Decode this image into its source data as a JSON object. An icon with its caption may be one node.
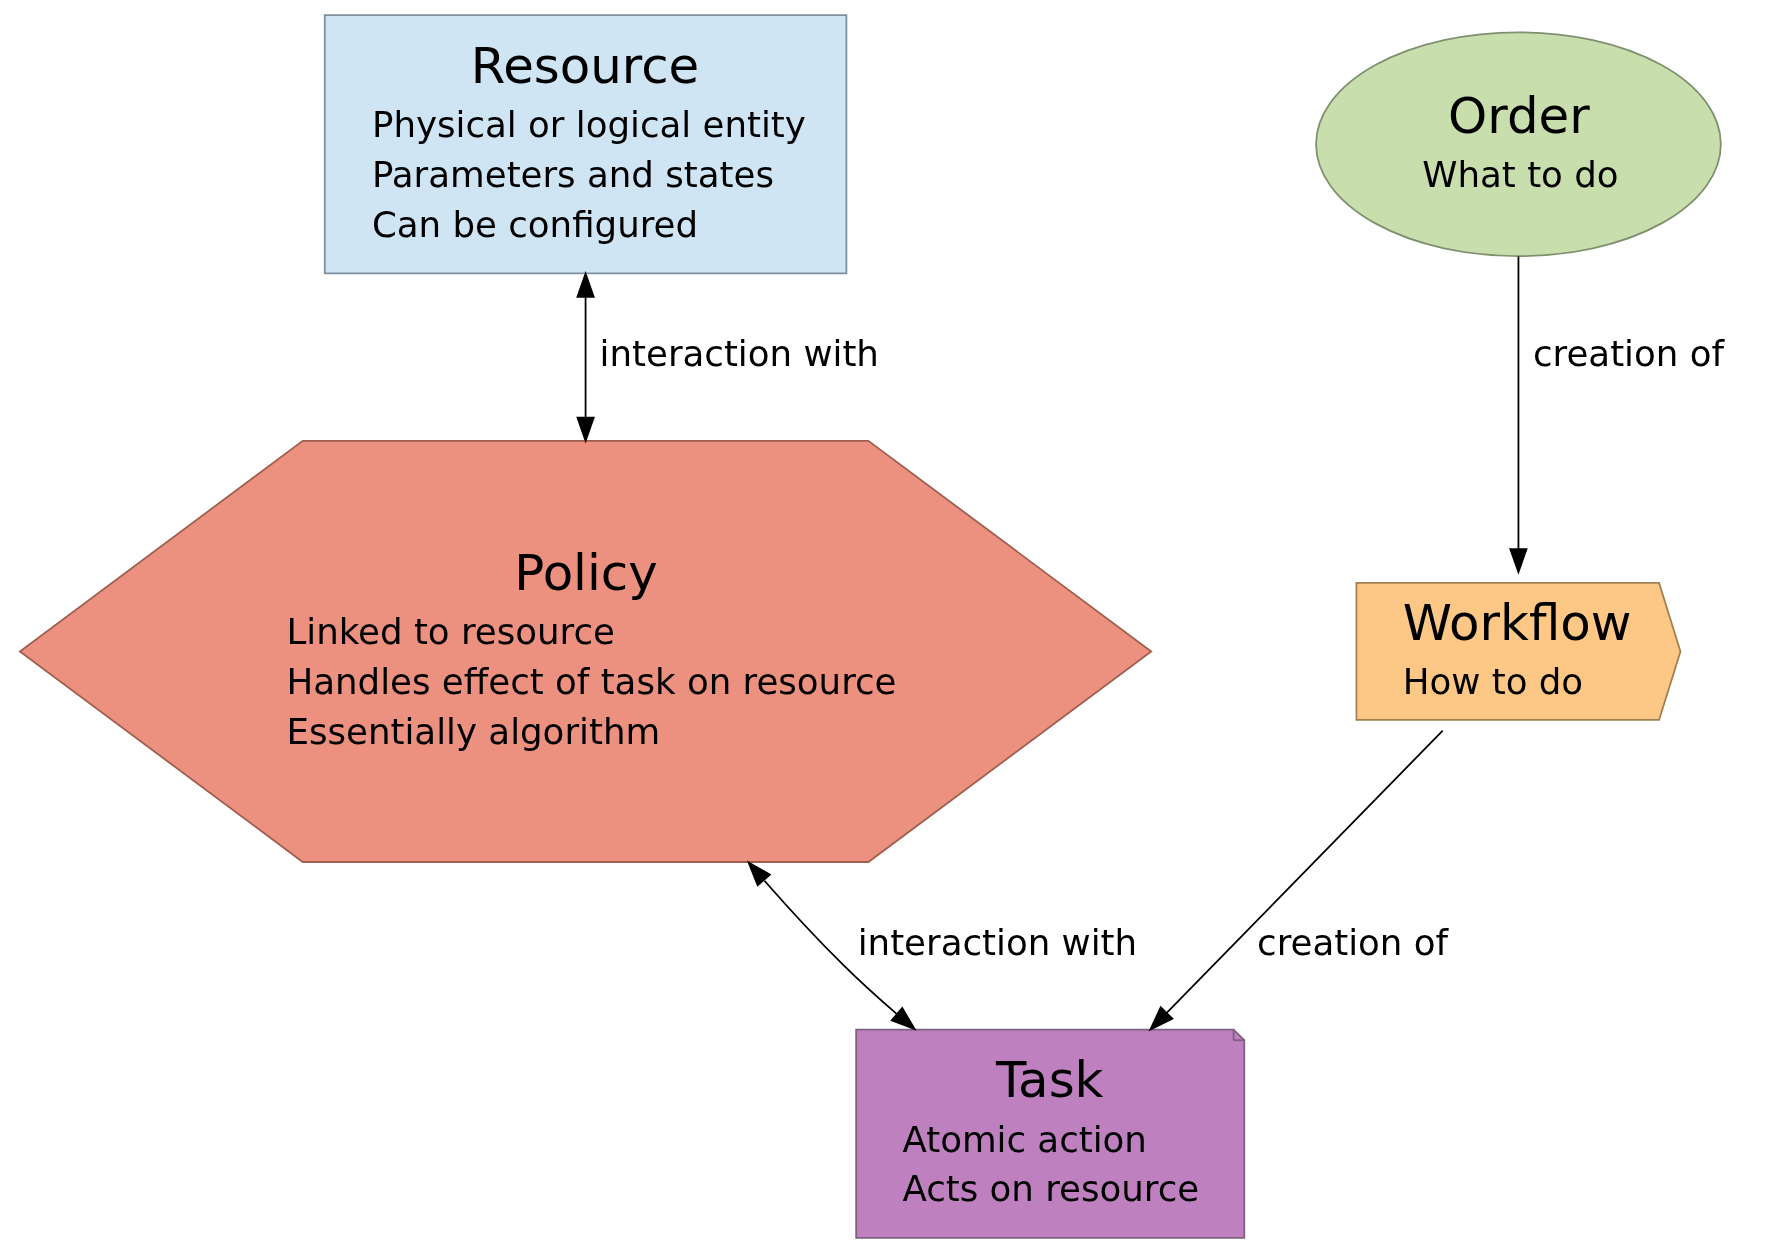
{
  "diagram": {
    "nodes": [
      {
        "text": [
          "Resource",
          "Physical or logical entity",
          "Parameters and states",
          "Can be configured"
        ]
      },
      {
        "text": [
          "Order",
          "What to do"
        ]
      },
      {
        "text": [
          "Policy",
          "Linked to resource",
          "Handles effect of task on resource",
          "Essentially algorithm"
        ]
      },
      {
        "text": [
          "Workflow",
          "How to do"
        ]
      },
      {
        "text": [
          "Task",
          "Atomic action",
          "Acts on resource"
        ]
      }
    ],
    "edges": [
      {
        "from": 0,
        "to": 2,
        "arrow": "both",
        "label": "interaction with"
      },
      {
        "from": 1,
        "to": 3,
        "arrow": "to",
        "label": "creation of"
      },
      {
        "from": 3,
        "to": 4,
        "arrow": "to",
        "label": "creation of"
      },
      {
        "from": 2,
        "to": 4,
        "arrow": "both",
        "label": "interaction with"
      }
    ]
  }
}
